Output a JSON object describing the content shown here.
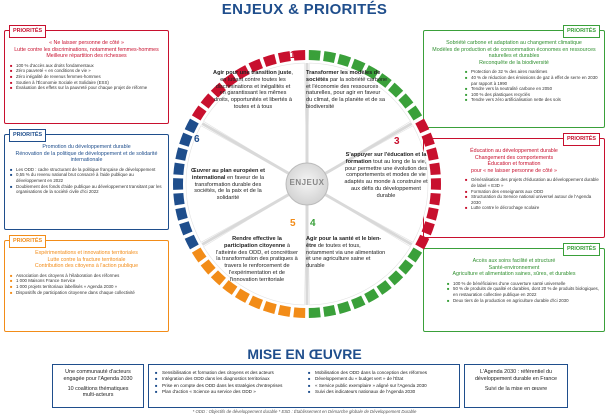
{
  "title": "ENJEUX & PRIORITÉS",
  "wheel": {
    "center": "ENJEUX",
    "segments": [
      {
        "num": "1",
        "color": "#c8102e",
        "bold": "Agir pour une transition juste",
        "text": ", en luttant contre toutes les discriminations et inégalités et en garantissant les mêmes droits, opportunités et libertés à toutes et à tous"
      },
      {
        "num": "2",
        "color": "#3aa03a",
        "bold": "Transformer les modèles de sociétés",
        "text": " par la sobriété carbone et l'économie des ressources naturelles, pour agir en faveur du climat, de la planète et de sa biodiversité"
      },
      {
        "num": "3",
        "color": "#c8102e",
        "bold": "S'appuyer sur l'éducation et la formation",
        "text": " tout au long de la vie, pour permettre une évolution des comportements et modes de vie adaptés au monde à construire et aux défis du développement durable"
      },
      {
        "num": "4",
        "color": "#3aa03a",
        "bold": "Agir pour la santé et le bien-être",
        "text": " de toutes et tous, notamment via une alimentation et une agriculture saine et durable"
      },
      {
        "num": "5",
        "color": "#f28c18",
        "bold": "Rendre effective la participation citoyenne",
        "text": " à l'atteinte des ODD, et concrétiser la transformation des pratiques à travers le renforcement de l'expérimentation et de l'innovation territoriale"
      },
      {
        "num": "6",
        "color": "#1f4e8c",
        "bold": "Œuvrer au plan européen et international",
        "text": " en faveur de la transformation durable des sociétés, de la paix et de la solidarité"
      }
    ]
  },
  "priorities": {
    "tag": "PRIORITÉS",
    "p1": {
      "head": [
        "« Ne laisser personne de côté »",
        "Lutte contre les discriminations, notamment femmes-hommes",
        "Meilleure répartition des richesses"
      ],
      "items": [
        "100 % d'accès aux droits fondamentaux",
        "Zéro pauvreté « en conditions de vie »",
        "Zéro inégalité de revenus femmes-hommes",
        "Soutien à l'Économie Sociale et Solidaire (ESS)",
        "Évaluation des effets sur la pauvreté pour chaque projet de réforme"
      ]
    },
    "p2": {
      "head": [
        "Sobriété carbone et adaptation au changement climatique",
        "Modèles de production et de consommation économes en ressources naturelles et durables",
        "Reconquête de la biodiversité"
      ],
      "items": [
        "Protection de 32 % des aires maritimes",
        "40 % de réduction des émissions de gaz à effet de serre en 2030 par rapport à 1990",
        "Tendre vers la neutralité carbone en 2050",
        "100 % des plastiques recyclés",
        "Tendre vers zéro artificialisation nette des sols"
      ]
    },
    "p3": {
      "head": [
        "Éducation au développement durable",
        "Changement des comportements",
        "Éducation et formation",
        "pour « ne laisser personne de côté »"
      ],
      "items": [
        "Généralisation des projets d'éducation au développement durable de label « E3D »",
        "Formation des enseignants aux ODD",
        "Structuration du Service national universel autour de l'Agenda 2030",
        "Lutte contre le décrochage scolaire"
      ]
    },
    "p4": {
      "head": [
        "Accès aux soins facilité et structuré",
        "Santé-environnement",
        "Agriculture et alimentation saines, sûres, et durables"
      ],
      "items": [
        "100 % de bénéficiaires d'une couverture santé universelle",
        "50 % de produits de qualité et durables, dont 20 % de produits biologiques, en restauration collective publique en 2022",
        "Deux tiers de la production en agriculture durable d'ici 2030"
      ]
    },
    "p5": {
      "head": [
        "Expérimentations et innovations territoriales",
        "Lutte contre la fracture territoriale",
        "Contribution des citoyens à l'action publique"
      ],
      "items": [
        "Association des citoyens à l'élaboration des réformes",
        "1 000 Maisons France Service",
        "1 000 projets territoriaux labellisés « Agenda 2030 »",
        "Dispositifs de participation citoyenne dans chaque collectivité"
      ]
    },
    "p6": {
      "head": [
        "Promotion du développement durable",
        "Rénovation de la politique de développement et de solidarité internationale"
      ],
      "items": [
        "Les ODD : cadre structurant de la politique française de développement",
        "0,55 % du revenu national brut consacré à l'aide publique au développement en 2022",
        "Doublement des fonds d'aide publique au développement transitant par les organisations de la société civile d'ici 2022"
      ]
    }
  },
  "mise_en_oeuvre": {
    "title": "MISE EN ŒUVRE",
    "left": [
      "Une communauté d'acteurs engagée pour l'Agenda 2030",
      "10 coalitions thématiques multi-acteurs"
    ],
    "list1": [
      "Sensibilisation et formation des citoyens et des acteurs",
      "Intégration des ODD dans les diagnostics territoriaux",
      "Prise en compte des ODD dans les stratégies d'entreprises",
      "Plan d'action « Science au service des ODD »"
    ],
    "list2": [
      "Mobilisation des ODD dans la conception des réformes",
      "Développement du « budget vert » de l'État",
      "« Service public exemplaire » aligné sur l'Agenda 2030",
      "Suivi des indicateurs nationaux de l'Agenda 2030"
    ],
    "right": [
      "L'Agenda 2030 : référentiel du développement durable en France",
      "Suivi de la mise en œuvre"
    ]
  },
  "footnote": "* ODD : Objectifs de développement durable    * ESD : Établissement en Démarche globale de Développement Durable",
  "colors": {
    "red": "#c8102e",
    "green": "#3aa03a",
    "navy": "#1f4e8c",
    "orange": "#f28c18"
  }
}
